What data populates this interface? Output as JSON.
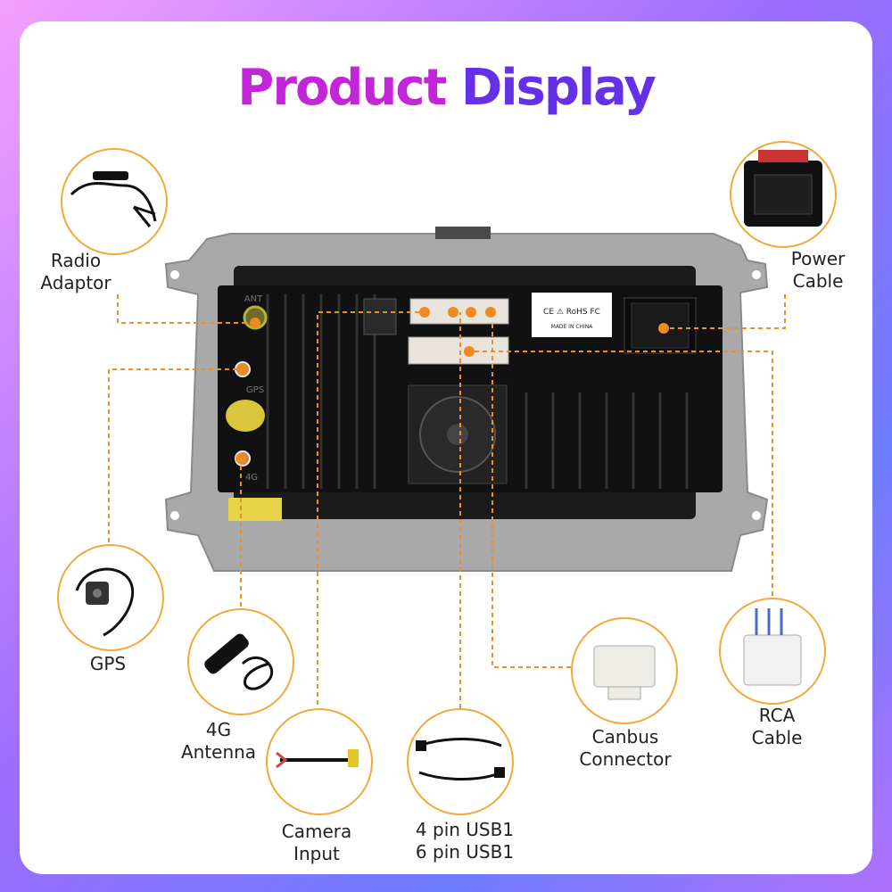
{
  "title": {
    "word1": "Product",
    "word2": "Display"
  },
  "labels": {
    "radio": [
      "Radio",
      "Adaptor"
    ],
    "power": [
      "Power",
      "Cable"
    ],
    "gps": [
      "GPS"
    ],
    "antenna": [
      "4G",
      "Antenna"
    ],
    "camera": [
      "Camera",
      "Input"
    ],
    "usb": [
      "4 pin USB1",
      "6 pin USB1"
    ],
    "canbus": [
      "Canbus",
      "Connector"
    ],
    "rca": [
      "RCA",
      "Cable"
    ]
  },
  "unit_marks": {
    "ant": "ANT",
    "gps": "GPS",
    "fourg": "4G",
    "cert": "CE ⚠ RoHS FC",
    "made_in": "MADE IN CHINA"
  },
  "colors": {
    "accent_line": "#e8912a",
    "circle_border": "#f1a93a",
    "title_product": "#c326d8",
    "title_display": "#6430e8"
  }
}
